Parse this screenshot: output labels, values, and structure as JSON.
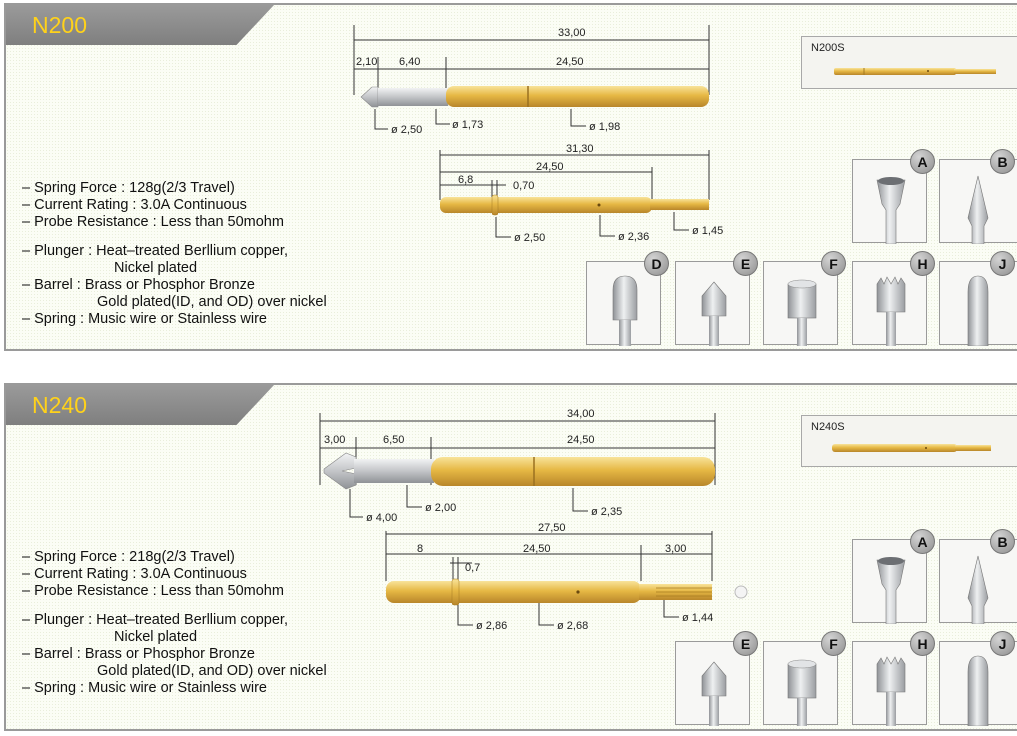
{
  "sections": [
    {
      "model": "N200",
      "variant": "N200S",
      "dims": {
        "total_top": "33,00",
        "tip_len": "2,10",
        "plunger_len": "6,40",
        "barrel_len_top": "24,50",
        "dia_tip": "ø 2,50",
        "dia_plunger": "ø 1,73",
        "dia_barrel": "ø 1,98",
        "total_bottom": "31,30",
        "barrel_len_bottom": "24,50",
        "seg_a": "6,8",
        "seg_b": "0,70",
        "dia_ring": "ø 2,50",
        "dia_body": "ø 2,36",
        "dia_end": "ø 1,45"
      },
      "specs": {
        "spring_force": "– Spring Force : 128g(2/3 Travel)",
        "current_rating": "– Current Rating : 3.0A Continuous",
        "probe_resistance": "– Probe Resistance : Less than 50mohm",
        "plunger_1": "– Plunger : Heat–treated Berllium copper,",
        "plunger_2": "Nickel plated",
        "barrel_1": "– Barrel : Brass or Phosphor Bronze",
        "barrel_2": "Gold plated(ID, and OD) over nickel",
        "spring": "– Spring : Music wire or Stainless wire"
      },
      "tips": [
        "A",
        "B",
        "D",
        "E",
        "F",
        "H",
        "J"
      ]
    },
    {
      "model": "N240",
      "variant": "N240S",
      "dims": {
        "total_top": "34,00",
        "tip_len": "3,00",
        "plunger_len": "6,50",
        "barrel_len_top": "24,50",
        "dia_tip": "ø 4,00",
        "dia_plunger": "ø 2,00",
        "dia_barrel": "ø 2,35",
        "total_bottom": "27,50",
        "seg_a": "8",
        "barrel_len_bottom": "24,50",
        "seg_c": "3,00",
        "seg_b": "0,7",
        "dia_ring": "ø 2,86",
        "dia_body": "ø 2,68",
        "dia_end": "ø 1,44"
      },
      "specs": {
        "spring_force": "– Spring Force : 218g(2/3 Travel)",
        "current_rating": "– Current Rating : 3.0A Continuous",
        "probe_resistance": "– Probe Resistance : Less than 50mohm",
        "plunger_1": "– Plunger : Heat–treated Berllium copper,",
        "plunger_2": "Nickel plated",
        "barrel_1": "– Barrel : Brass or Phosphor Bronze",
        "barrel_2": "Gold plated(ID, and OD) over nickel",
        "spring": "– Spring : Music wire or Stainless wire"
      },
      "tips": [
        "A",
        "B",
        "E",
        "F",
        "H",
        "J"
      ]
    }
  ],
  "colors": {
    "gold": "#d9a92e",
    "gold_light": "#f5de8a",
    "silver": "#c2c4c6",
    "title": "#ffd21a",
    "tab": "#8a8a8a"
  }
}
